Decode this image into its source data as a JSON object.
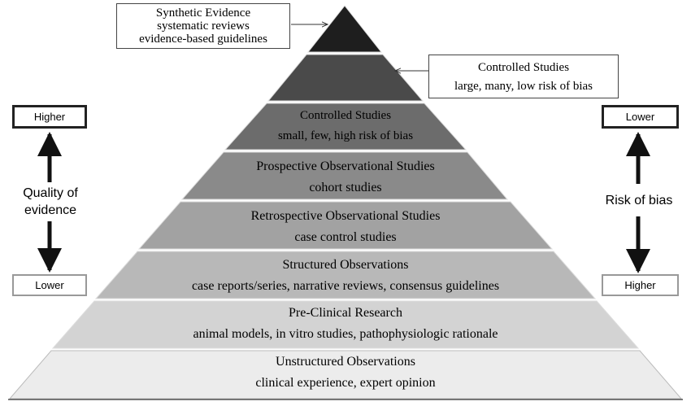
{
  "pyramid": {
    "tiers": [
      {
        "title": "Unstructured Observations",
        "subtitle": "clinical experience, expert opinion",
        "color": "#ececec"
      },
      {
        "title": "Pre-Clinical Research",
        "subtitle": "animal models, in vitro studies, pathophysiologic rationale",
        "color": "#d3d3d3"
      },
      {
        "title": "Structured Observations",
        "subtitle": "case reports/series, narrative reviews, consensus guidelines",
        "color": "#b8b8b8"
      },
      {
        "title": "Retrospective Observational Studies",
        "subtitle": "case control studies",
        "color": "#a2a2a2"
      },
      {
        "title": "Prospective Observational Studies",
        "subtitle": "cohort studies",
        "color": "#8a8a8a"
      },
      {
        "title": "Controlled Studies",
        "subtitle": "small, few, high risk of bias",
        "color": "#6c6c6c"
      },
      {
        "color": "#4a4a4a"
      },
      {
        "color": "#1e1e1e"
      }
    ]
  },
  "callouts": {
    "top": {
      "line1": "Synthetic Evidence",
      "line2": "systematic reviews",
      "line3": "evidence-based guidelines"
    },
    "right": {
      "line1": "Controlled Studies",
      "line2": "large, many, low risk of bias"
    }
  },
  "left_axis": {
    "top": "Higher",
    "label_line1": "Quality of",
    "label_line2": "evidence",
    "bottom": "Lower"
  },
  "right_axis": {
    "top": "Lower",
    "label": "Risk of bias",
    "bottom": "Higher"
  }
}
